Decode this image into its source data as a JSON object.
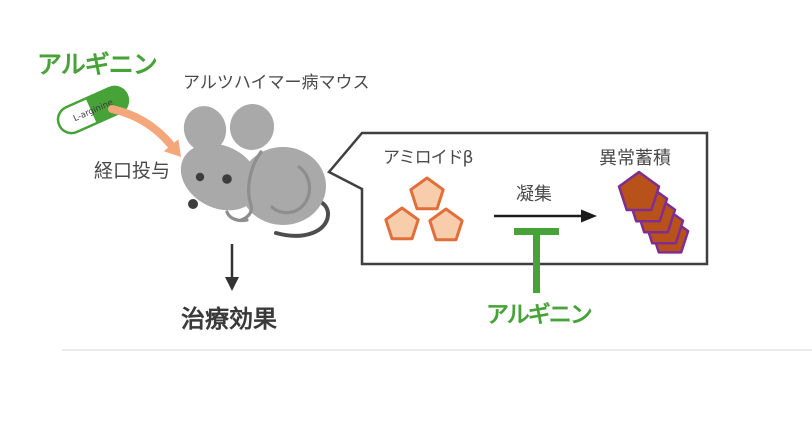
{
  "colors": {
    "green": "#47A238",
    "orange_arrow": "#F5A77C",
    "amyloid_fill": "#F8CDAC",
    "amyloid_stroke": "#E06F3B",
    "aggregate_fill": "#B9511B",
    "aggregate_stroke": "#7E2E91",
    "mouse_gray": "#A9A9A9",
    "text_dark": "#4a4a4a"
  },
  "labels": {
    "arginine_top": "アルギニン",
    "capsule_text": "L-arginine",
    "oral_administration": "経口投与",
    "alzheimer_mouse": "アルツハイマー病マウス",
    "treatment_effect": "治療効果"
  },
  "bubble": {
    "amyloid_beta": "アミロイドβ",
    "aggregation": "凝集",
    "abnormal_accumulation": "異常蓄積",
    "inhibitor_label": "アルギニン"
  }
}
